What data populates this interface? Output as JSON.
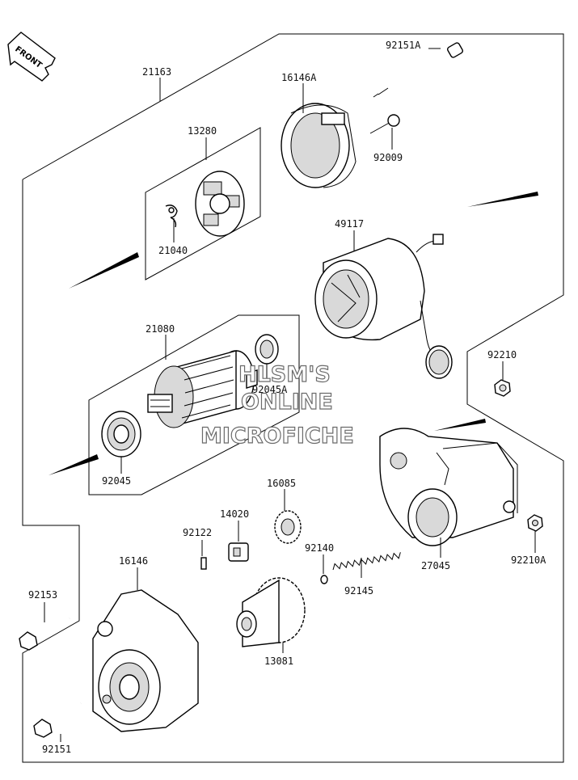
{
  "front_label": "FRONT",
  "watermark": {
    "line1": "HLSM'S",
    "line2": "ONLINE",
    "line3": "MICROFICHE"
  },
  "part_numbers": {
    "p21163": "21163",
    "p16146A": "16146A",
    "p92151A": "92151A",
    "p92009": "92009",
    "p13280": "13280",
    "p21040": "21040",
    "p49117": "49117",
    "p21080": "21080",
    "p92045A": "92045A",
    "p92045": "92045",
    "p92210": "92210",
    "p16085": "16085",
    "p14020": "14020",
    "p92122": "92122",
    "p92140": "92140",
    "p92145": "92145",
    "p27045": "27045",
    "p92210A": "92210A",
    "p16146": "16146",
    "p92153": "92153",
    "p13081": "13081",
    "p92151": "92151"
  }
}
